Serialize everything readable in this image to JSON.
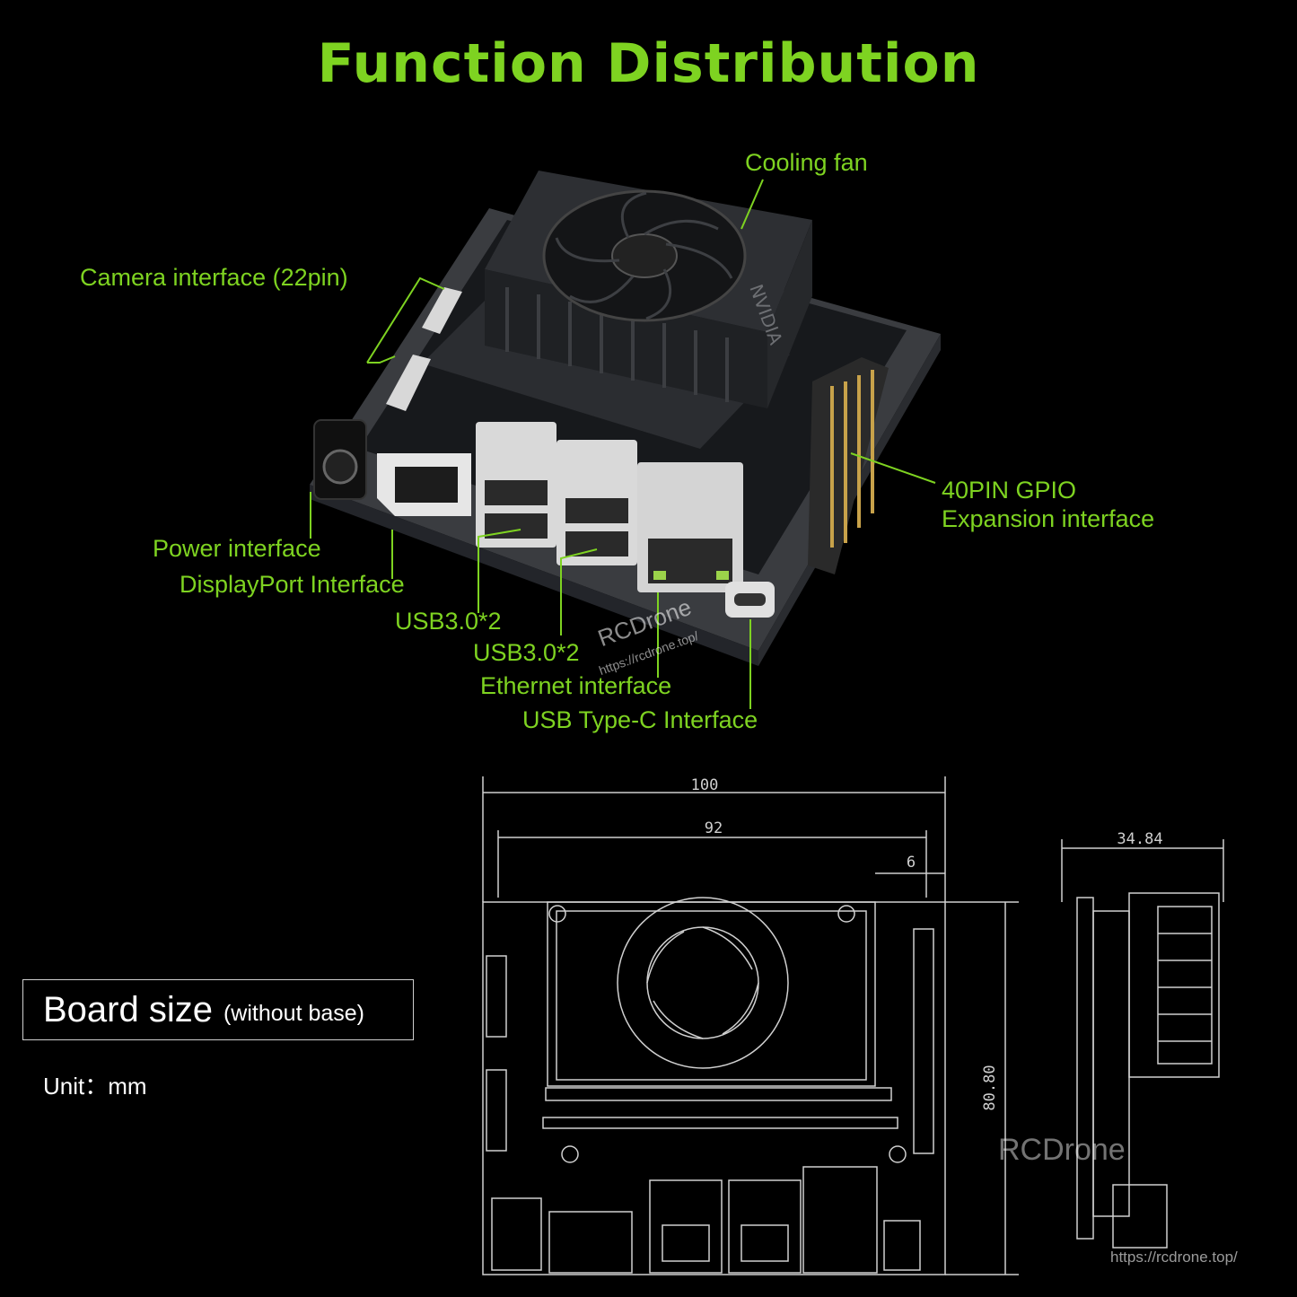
{
  "title": "Function Distribution",
  "labels": {
    "cooling_fan": "Cooling fan",
    "camera": "Camera interface (22pin)",
    "gpio_line1": "40PIN GPIO",
    "gpio_line2": "Expansion interface",
    "power": "Power interface",
    "displayport": "DisplayPort Interface",
    "usb_a": "USB3.0*2",
    "usb_b": "USB3.0*2",
    "ethernet": "Ethernet interface",
    "usbc": "USB Type-C Interface"
  },
  "watermark": {
    "brand": "RCDrone",
    "url": "https://rcdrone.top/"
  },
  "board_size": {
    "heading": "Board size",
    "note": "(without base)",
    "unit": "Unit：mm"
  },
  "dimensions": {
    "width_outer": "100",
    "width_inner": "92",
    "edge_offset": "6",
    "height": "80.80",
    "depth": "34.84"
  },
  "colors": {
    "accent": "#7ed321",
    "background": "#000000",
    "line": "#d0d0d0"
  },
  "icons": [
    "fan-icon",
    "nvidia-logo-icon"
  ]
}
